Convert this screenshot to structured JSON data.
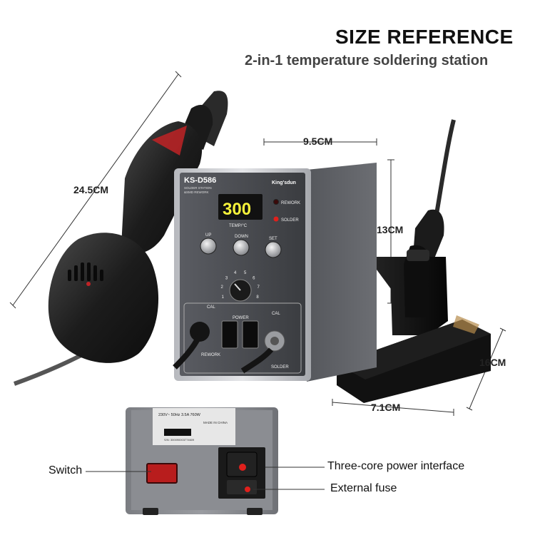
{
  "header": {
    "title": "SIZE REFERENCE",
    "subtitle": "2-in-1 temperature soldering station"
  },
  "dimensions": {
    "gun_length": "24.5CM",
    "station_width": "9.5CM",
    "station_height": "13CM",
    "stand_depth": "16CM",
    "stand_width": "7.1CM"
  },
  "station": {
    "model": "KS-D586",
    "model_sub1": "SOLDER STATION",
    "model_sub2": "&SMD REWORK",
    "brand": "King'sdun",
    "display_value": "300",
    "temp_label": "TEMP/°C",
    "rework_label": "REWORK",
    "solder_label": "SOLDER",
    "up_label": "UP",
    "down_label": "DOWN",
    "set_label": "SET",
    "power_label": "POWER",
    "cal_left": "CAL",
    "cal_right": "CAL",
    "rework_port": "REWORK",
    "solder_port": "SOLDER",
    "knob_ticks": [
      "1",
      "2",
      "3",
      "4",
      "5",
      "6",
      "7",
      "8"
    ]
  },
  "rear": {
    "rating": "230V~ 50Hz 3.5A 760W",
    "made_in": "MADE IN CHINA",
    "serial": "S/N: 300090003774609"
  },
  "callouts": {
    "switch": "Switch",
    "power_interface": "Three-core power interface",
    "fuse": "External fuse"
  },
  "colors": {
    "display_digits": "#f5f23a",
    "indicator_red": "#e0201c",
    "panel_dark": "#3b3d42"
  }
}
